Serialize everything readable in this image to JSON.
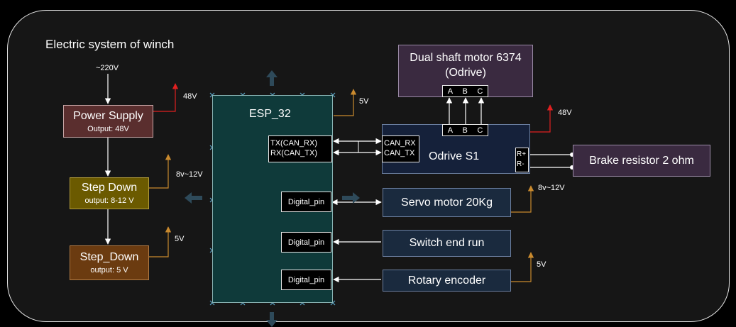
{
  "title": "Electric system of winch",
  "labels": {
    "ac_input": "~220V",
    "v48_top": "48V",
    "v812_left": "8v~12V",
    "v5_left": "5V",
    "v5_esp": "5V",
    "v48_odrive": "48V",
    "v812_servo": "8v~12V",
    "v5_encoder": "5V"
  },
  "power_supply": {
    "name": "Power Supply",
    "sub": "Output: 48V"
  },
  "step_down_1": {
    "name": "Step Down",
    "sub": "output: 8-12 V"
  },
  "step_down_2": {
    "name": "Step_Down",
    "sub": "output: 5 V"
  },
  "esp": {
    "name": "ESP_32",
    "tx": "TX(CAN_RX)",
    "rx": "RX(CAN_TX)",
    "digital_pin_1": "Digital_pin",
    "digital_pin_2": "Digital_pin",
    "digital_pin_3": "Digital_pin"
  },
  "odrive": {
    "name": "Odrive S1",
    "can_rx": "CAN_RX",
    "can_tx": "CAN_TX",
    "r_plus": "R+",
    "r_minus": "R-",
    "phase_a": "A",
    "phase_b": "B",
    "phase_c": "C"
  },
  "motor": {
    "name": "Dual shaft motor 6374",
    "sub": "(Odrive)",
    "phase_a": "A",
    "phase_b": "B",
    "phase_c": "C"
  },
  "brake_resistor": "Brake resistor 2 ohm",
  "servo": "Servo motor 20Kg",
  "switch": "Switch end run",
  "encoder": "Rotary encoder",
  "colors": {
    "background": "#161616",
    "power_supply": "#5a2e2e",
    "step_down_1": "#6b5a00",
    "step_down_2": "#6b3b10",
    "esp": "#0f3a3a",
    "odrive": "#15213a",
    "motor": "#3a2a40",
    "peripheral": "#1a2a3e",
    "red_arrow": "#e02020",
    "orange_arrow": "#c98a2e"
  }
}
